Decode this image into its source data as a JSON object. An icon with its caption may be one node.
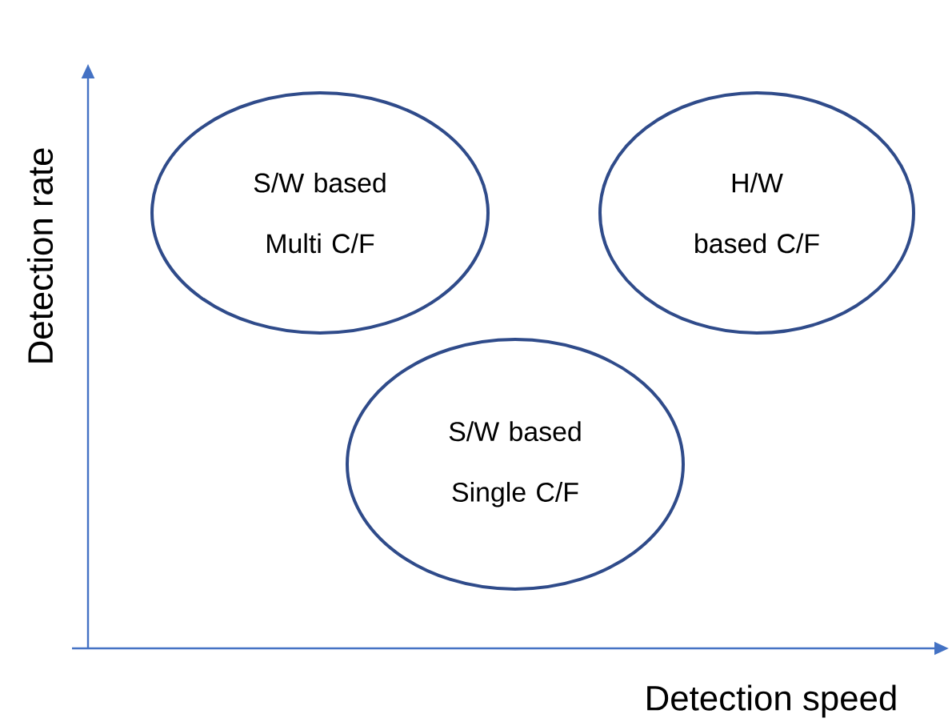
{
  "diagram": {
    "nodes": [
      {
        "text": [
          "S/W based Multi C/F"
        ]
      },
      {
        "text": [
          "H/W based C/F"
        ]
      },
      {
        "text": [
          "S/W based Single C/F"
        ]
      }
    ],
    "labels": [
      "Detection rate",
      "Detection speed"
    ]
  }
}
